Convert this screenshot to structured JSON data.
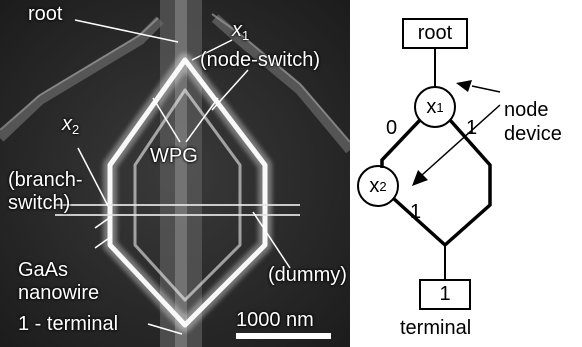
{
  "micrograph": {
    "labels": {
      "root": "root",
      "x1_var": "x",
      "x1_sub": "1",
      "node_switch": "(node-switch)",
      "wpg": "WPG",
      "x2_var": "x",
      "x2_sub": "2",
      "branch_1": "(branch-",
      "branch_2": "switch)",
      "gaas_1": "GaAs",
      "gaas_2": "nanowire",
      "dummy": "(dummy)",
      "terminal": "1 - terminal",
      "scale": "1000 nm"
    }
  },
  "schematic": {
    "root": "root",
    "x1_var": "x",
    "x1_sub": "1",
    "x2_var": "x",
    "x2_sub": "2",
    "edge_0": "0",
    "edge_1_top": "1",
    "edge_1_bottom": "1",
    "node_1": "node",
    "node_2": "device",
    "terminal_value": "1",
    "terminal": "terminal"
  }
}
